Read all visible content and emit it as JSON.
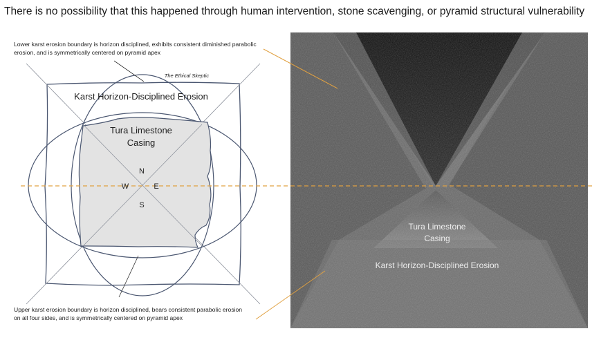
{
  "headline": "There is no possibility that this happened through human intervention, stone scavenging, or pyramid structural vulnerability",
  "notes": {
    "top": "Lower karst erosion boundary is horizon disciplined, exhibits consistent diminished parabolic erosion, and is symmetrically centered on pyramid apex",
    "bottom": "Upper karst erosion boundary is horizon disciplined, bears consistent parabolic erosion on all four sides, and is symmetrically centered on pyramid apex"
  },
  "sketch": {
    "watermark": "The Ethical Skeptic",
    "karst_label": "Karst Horizon-Disciplined  Erosion",
    "casing_label_line1": "Tura Limestone",
    "casing_label_line2": "Casing",
    "compass": {
      "n": "N",
      "s": "S",
      "e": "E",
      "w": "W"
    }
  },
  "photo": {
    "casing_label_line1": "Tura Limestone",
    "casing_label_line2": "Casing",
    "karst_label": "Karst Horizon-Disciplined  Erosion"
  },
  "colors": {
    "sketch_line": "#4a5670",
    "casing_fill": "#e3e3e3",
    "guide_line": "#e0a040",
    "photo_dark": "#1b1b1b"
  }
}
